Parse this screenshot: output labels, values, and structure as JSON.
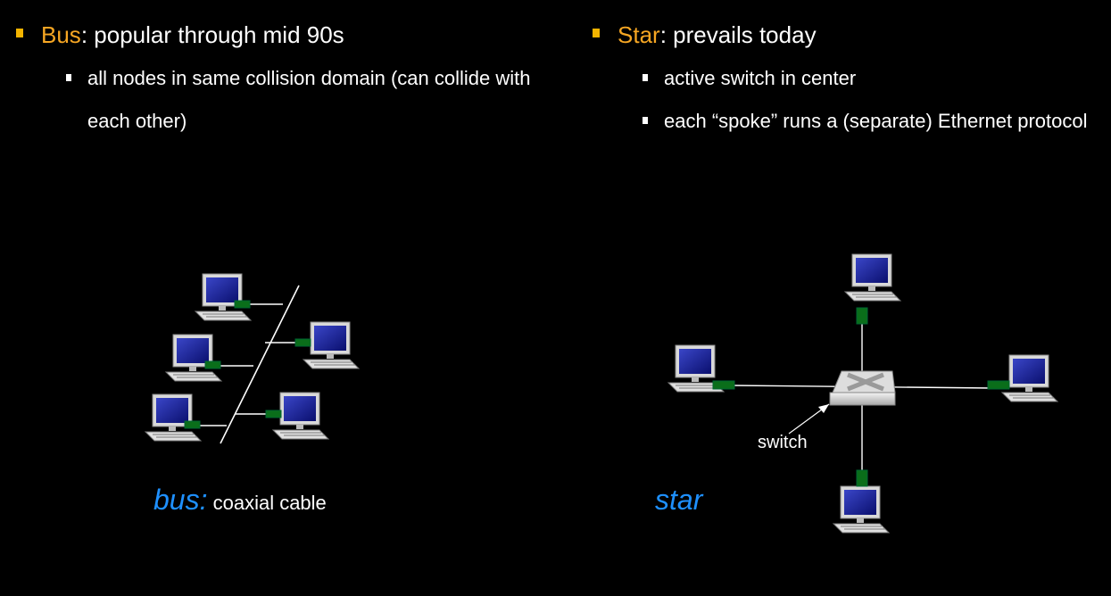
{
  "left": {
    "keyword": "Bus",
    "separator": ":",
    "heading_rest": " popular through mid 90s",
    "subs": [
      "all nodes in same collision domain (can collide with each other)"
    ],
    "caption_keyword": "bus:",
    "caption_rest": " coaxial cable"
  },
  "right": {
    "keyword": "Star",
    "separator": ":",
    "heading_rest": " prevails today",
    "subs": [
      "active switch in center",
      "each “spoke” runs a (separate) Ethernet protocol"
    ],
    "caption_keyword": "star",
    "switch_label": "switch"
  },
  "colors": {
    "keyword": "#f6a623",
    "caption": "#1e90ff",
    "connector": "#0a6e1a"
  },
  "icons": [
    "computer-icon",
    "switch-icon"
  ]
}
